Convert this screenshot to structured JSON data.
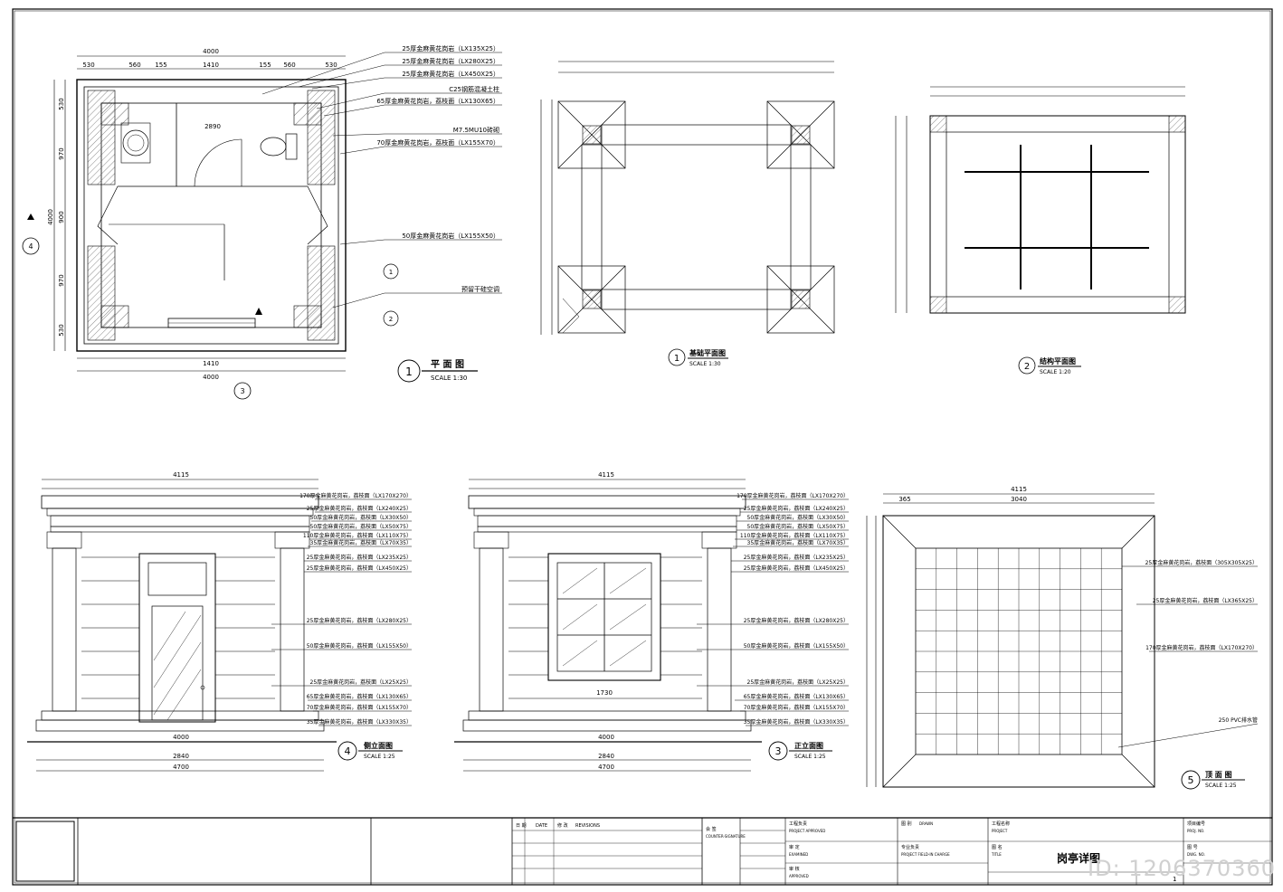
{
  "views": {
    "plan": {
      "title": "平 面 图",
      "scale": "SCALE 1:30",
      "number": "1",
      "dims": {
        "top_total": "4000",
        "segments": [
          "530",
          "560",
          "155",
          "1410",
          "155",
          "560",
          "530"
        ],
        "inner_width": "2890",
        "left_total": "4000",
        "left_segments": [
          "530",
          "970",
          "900",
          "970",
          "530"
        ]
      },
      "labels": [
        "25厚金麻黄花岗岩（LX135X25）",
        "25厚金麻黄花岗岩（LX280X25）",
        "25厚金麻黄花岗岩（LX450X25）",
        "C25钢筋混凝土柱",
        "65厚金麻黄花岗岩，荔枝面（LX130X65）",
        "M7.5MU10砖砌",
        "70厚金麻黄花岗岩，荔枝面（LX155X70）",
        "50厚金麻黄花岗岩（LX155X50）",
        "预留干硅空调"
      ]
    },
    "foundation": {
      "title": "基础平面图",
      "scale": "SCALE 1:30",
      "number": "1"
    },
    "structure": {
      "title": "结构平面图",
      "scale": "SCALE 1:20",
      "number": "2"
    },
    "side_elev": {
      "title": "侧立面图",
      "scale": "SCALE 1:25",
      "number": "4",
      "dims": {
        "top_total": "4115",
        "bottom_total": "4700",
        "bottom_mid": "2840"
      },
      "labels": [
        "170厚金麻黄花岗岩，荔枝面（LX170X270）",
        "25厚金麻黄花岗岩，荔枝面（LX240X25）",
        "50厚金麻黄花岗岩，荔枝面（LX30X50）",
        "50厚金麻黄花岗岩，荔枝面（LX50X75）",
        "110厚金麻黄花岗岩，荔枝面（LX110X75）",
        "35厚金麻黄花岗岩，荔枝面（LX70X35）",
        "25厚金麻黄花岗岩，荔枝面（LX235X25）",
        "25厚金麻黄花岗岩，荔枝面（LX450X25）",
        "25厚金麻黄花岗岩，荔枝面（LX280X25）",
        "50厚金麻黄花岗岩，荔枝面（LX155X50）",
        "25厚金麻黄花岗岩，荔枝面（LX25X25）",
        "65厚金麻黄花岗岩，荔枝面（LX130X65）",
        "70厚金麻黄花岗岩，荔枝面（LX155X70）",
        "35厚金麻黄花岗岩，荔枝面（LX330X35）"
      ]
    },
    "front_elev": {
      "title": "正立面图",
      "scale": "SCALE 1:25",
      "number": "3",
      "dims": {
        "top_total": "4115",
        "bottom_total": "4700",
        "bottom_mid": "2840",
        "window": "1730"
      }
    },
    "roof": {
      "title": "顶 面 图",
      "scale": "SCALE 1:25",
      "number": "5",
      "dims": {
        "top_total": "4115",
        "inner": "3040",
        "edge": "365"
      },
      "labels": [
        "25厚金麻黄花岗岩，荔枝面（305X305X25）",
        "25厚金麻黄花岗岩，荔枝面（LX365X25）",
        "170厚金麻黄花岗岩，荔枝面（LX170X270）",
        "250 PVC排水管"
      ]
    }
  },
  "title_block": {
    "drawing_name": "岗亭详图",
    "heads": [
      "日 期",
      "DATE",
      "修 改",
      "REVISIONS",
      "会 签",
      "COUNTER-SIGNATURE",
      "工程负责",
      "PROJECT APPROVED",
      "审 定",
      "EXAMINED",
      "审 核",
      "APPROVED",
      "图 别",
      "DRAWN",
      "专业负责",
      "PROJECT FIELD-IN CHARGE",
      "工程名称",
      "PROJECT",
      "图 名",
      "TITLE",
      "项目编号",
      "PROJ. NO.",
      "图 号",
      "DWG. NO."
    ],
    "sheet": "1"
  },
  "watermark": "ID: 1206370360",
  "colors": {
    "line": "#000000",
    "hatch": "#555555",
    "paper": "#ffffff"
  }
}
